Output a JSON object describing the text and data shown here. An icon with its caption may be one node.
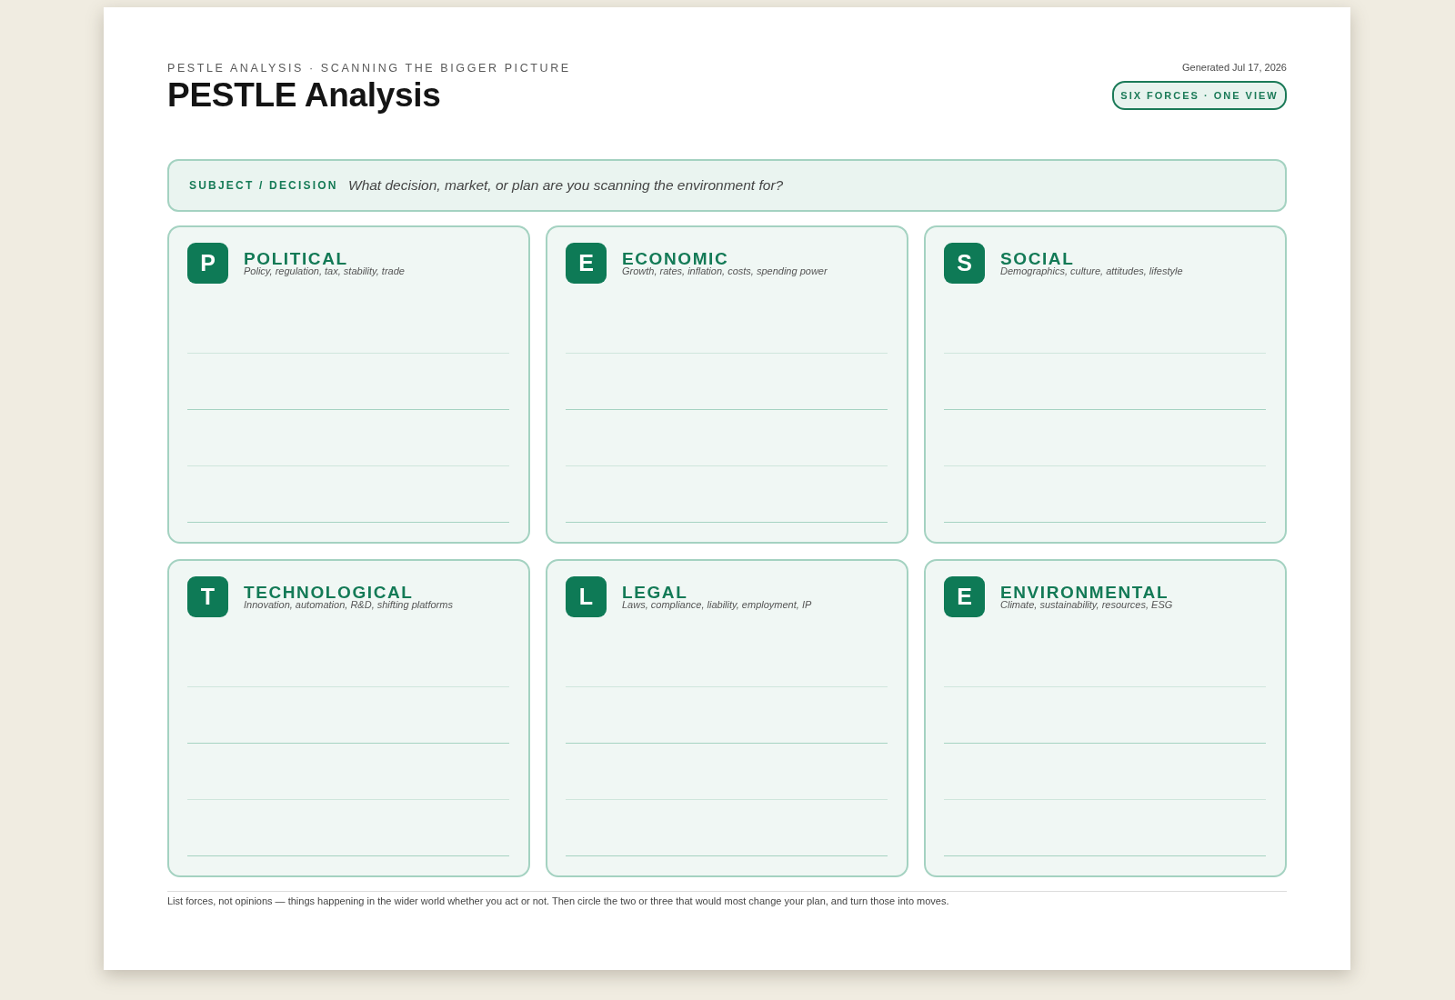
{
  "diagram": {
    "title": "PESTLE Analysis",
    "nodes": [
      {
        "text": [
          "SUBJECT / DECISION",
          "What decision, market, or plan are you scanning the environment for?"
        ]
      },
      {
        "text": [
          "POLITICAL",
          "Policy, regulation, tax, stability, trade"
        ]
      },
      {
        "text": [
          "P"
        ],
        "in": 1
      },
      {
        "text": [
          "ECONOMIC",
          "Growth, rates, inflation, costs, spending power"
        ]
      },
      {
        "text": [
          "E"
        ],
        "in": 3
      },
      {
        "text": [
          "SOCIAL",
          "Demographics, culture, attitudes, lifestyle"
        ]
      },
      {
        "text": [
          "S"
        ],
        "in": 5
      },
      {
        "text": [
          "TECHNOLOGICAL",
          "Innovation, automation, R&D, shifting platforms"
        ]
      },
      {
        "text": [
          "T"
        ],
        "in": 7
      },
      {
        "text": [
          "LEGAL",
          "Laws, compliance, liability, employment, IP"
        ]
      },
      {
        "text": [
          "L"
        ],
        "in": 9
      },
      {
        "text": [
          "ENVIRONMENTAL",
          "Climate, sustainability, resources, ESG"
        ]
      },
      {
        "text": [
          "E"
        ],
        "in": 11
      }
    ],
    "edges": [],
    "labels": [
      "PESTLE ANALYSIS · SCANNING THE BIGGER PICTURE",
      "Generated Jul 17, 2026",
      "SIX FORCES · ONE VIEW",
      "List forces, not opinions — things happening in the wider world whether you act or not. Then circle the two or three that would most change your plan, and turn those into moves."
    ]
  }
}
